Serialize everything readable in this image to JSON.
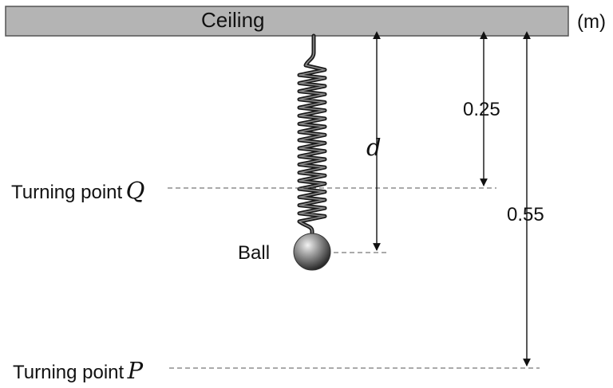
{
  "ceiling": {
    "label": "Ceiling"
  },
  "unit": "(m)",
  "labels": {
    "d": "d",
    "d_025": "0.25",
    "d_055": "0.55",
    "ball": "Ball",
    "turning_q_prefix": "Turning point",
    "turning_q_var": "Q",
    "turning_p_prefix": "Turning point",
    "turning_p_var": "P"
  },
  "colors": {
    "ceiling_fill": "#b4b4b4",
    "ceiling_stroke": "#555555",
    "line": "#222222",
    "dash": "#555555",
    "spring": "#2a2a2a",
    "ball_light": "#e4e4e4",
    "ball_dark": "#2c2c2c"
  }
}
